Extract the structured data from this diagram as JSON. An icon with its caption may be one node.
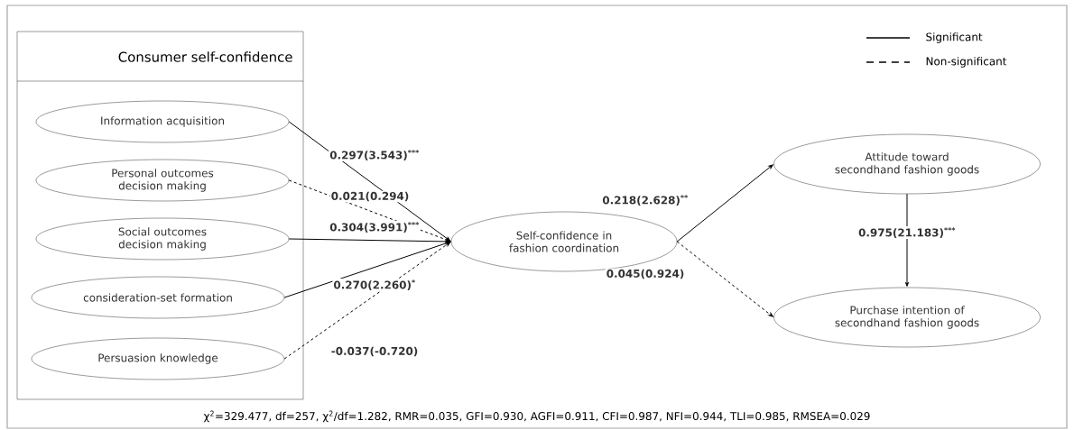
{
  "diagram": {
    "nodes": [
      {
        "text": [
          "Consumer self-confidence"
        ]
      },
      {
        "text": [
          "Information acquisition"
        ],
        "in": 0
      },
      {
        "text": [
          "Personal outcomes decision making"
        ],
        "in": 0
      },
      {
        "text": [
          "Social outcomes decision making"
        ],
        "in": 0
      },
      {
        "text": [
          "consideration-set formation"
        ],
        "in": 0
      },
      {
        "text": [
          "Persuasion knowledge"
        ],
        "in": 0
      },
      {
        "text": [
          "Self-confidence in fashion coordination"
        ]
      },
      {
        "text": [
          "Attitude toward secondhand fashion goods"
        ]
      },
      {
        "text": [
          "Purchase intention of secondhand fashion goods"
        ]
      }
    ],
    "edges": [
      {
        "from": 1,
        "to": 6,
        "arrow": "to",
        "label": "0.297(3.543)$^{***}$"
      },
      {
        "from": 2,
        "to": 6,
        "arrow": "to",
        "label": "0.021(0.294)",
        "style": "dashed"
      },
      {
        "from": 3,
        "to": 6,
        "arrow": "to",
        "label": "0.304(3.991)$^{***}$"
      },
      {
        "from": 4,
        "to": 6,
        "arrow": "to",
        "label": "0.270(2.260)$^{*}$"
      },
      {
        "from": 5,
        "to": 6,
        "arrow": "to",
        "label": "-0.037(-0.720)",
        "style": "dashed"
      },
      {
        "from": 6,
        "to": 7,
        "arrow": "to",
        "label": "0.218(2.628)$^{**}$"
      },
      {
        "from": 6,
        "to": 8,
        "arrow": "to",
        "label": "0.045(0.924)",
        "style": "dashed"
      },
      {
        "from": 7,
        "to": 8,
        "arrow": "to",
        "label": "0.975(21.183)$^{***}$"
      }
    ],
    "labels": [
      "χ$^{2}$=329.477, df=257, χ$^{2}$/df=1.282, RMR=0.035, GFI=0.930, AGFI=0.911, CFI=0.987, NFI=0.944, TLI=0.985, RMSEA=0.029"
    ],
    "legend": [
      {
        "text": "Significant"
      },
      {
        "text": "Non-significant"
      }
    ]
  }
}
